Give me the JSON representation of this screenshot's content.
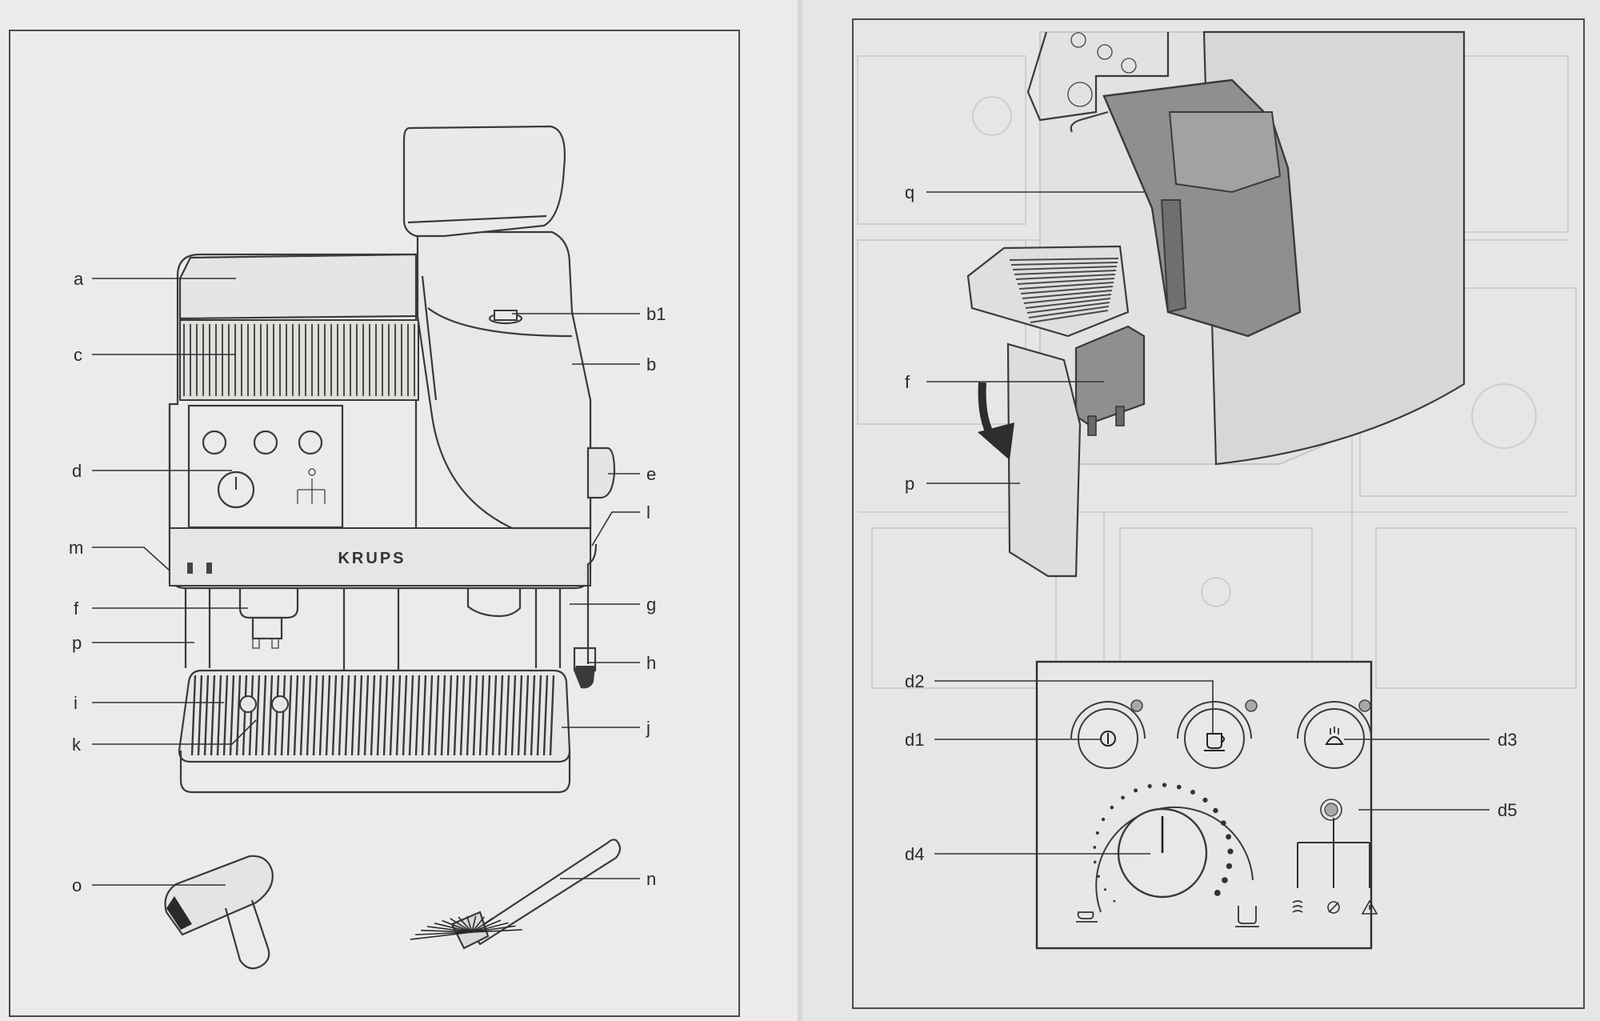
{
  "brand": "KRUPS",
  "left_page": {
    "callouts": {
      "a": "a",
      "c": "c",
      "d": "d",
      "m": "m",
      "f": "f",
      "p": "p",
      "i": "i",
      "k": "k",
      "o": "o",
      "b1": "b1",
      "b": "b",
      "e": "e",
      "l": "l",
      "g": "g",
      "h": "h",
      "j": "j",
      "n": "n"
    }
  },
  "right_page": {
    "callouts": {
      "q": "q",
      "f": "f",
      "p": "p",
      "d1": "d1",
      "d2": "d2",
      "d3": "d3",
      "d4": "d4",
      "d5": "d5"
    }
  },
  "icons": [
    "power-icon",
    "cup-icon",
    "steam-icon",
    "water-level-icon",
    "descale-icon",
    "warning-icon",
    "temperature-dial-icon"
  ],
  "colors": {
    "paper": "#e9e8e6",
    "line": "#333333",
    "shaded_part": "#8d8d8b"
  }
}
